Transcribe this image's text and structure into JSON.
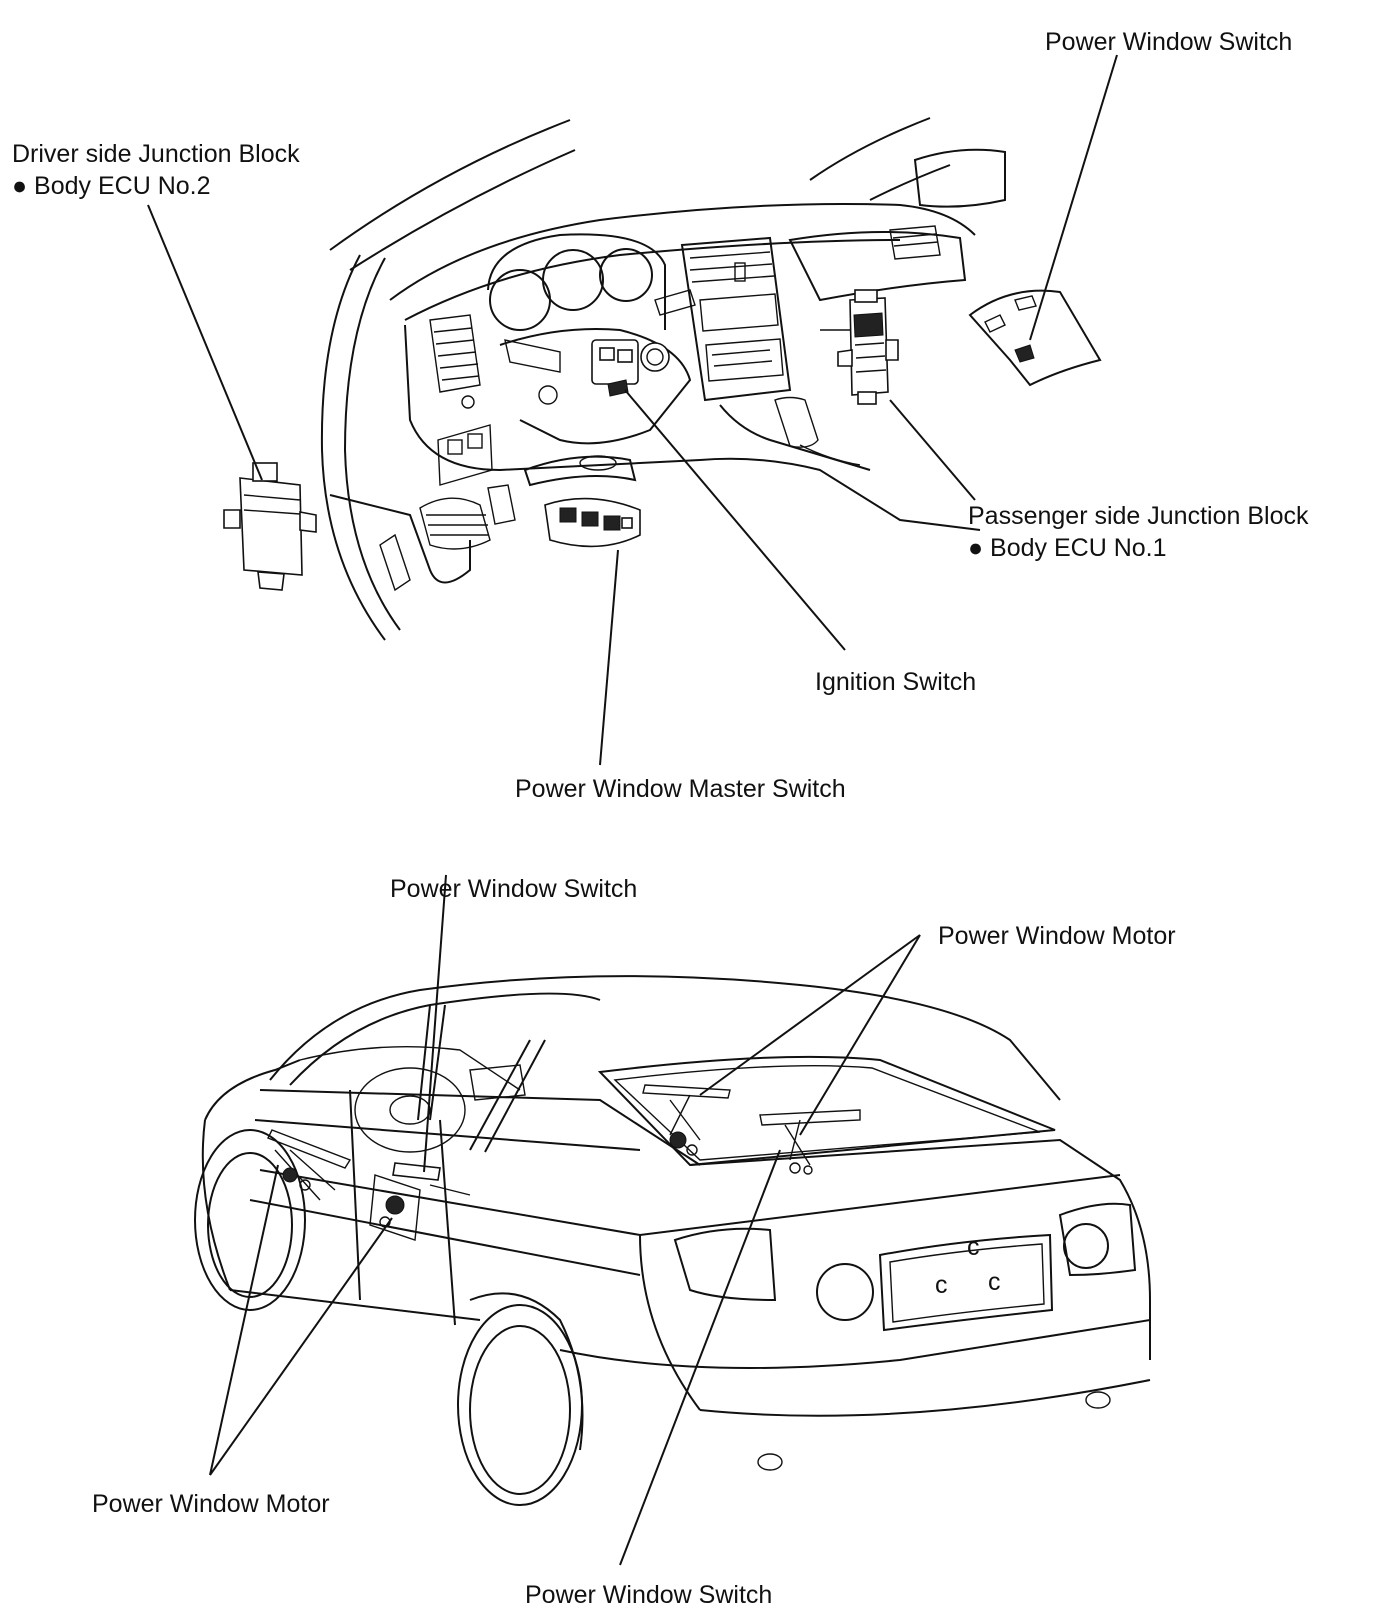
{
  "labels": {
    "pw_switch_top": "Power Window Switch",
    "driver_jb": "Driver side Junction Block",
    "body_ecu_2": "● Body ECU No.2",
    "passenger_jb": "Passenger side Junction Block",
    "body_ecu_1": "● Body ECU No.1",
    "ignition_switch": "Ignition Switch",
    "pw_master_switch": "Power Window Master Switch",
    "pw_switch_mid": "Power Window Switch",
    "pw_motor_right": "Power Window Motor",
    "pw_motor_left": "Power Window Motor",
    "pw_switch_bottom": "Power Window Switch"
  },
  "plate_marks": [
    "c",
    "c",
    "c"
  ],
  "colors": {
    "ink": "#111111",
    "paper": "#ffffff"
  }
}
